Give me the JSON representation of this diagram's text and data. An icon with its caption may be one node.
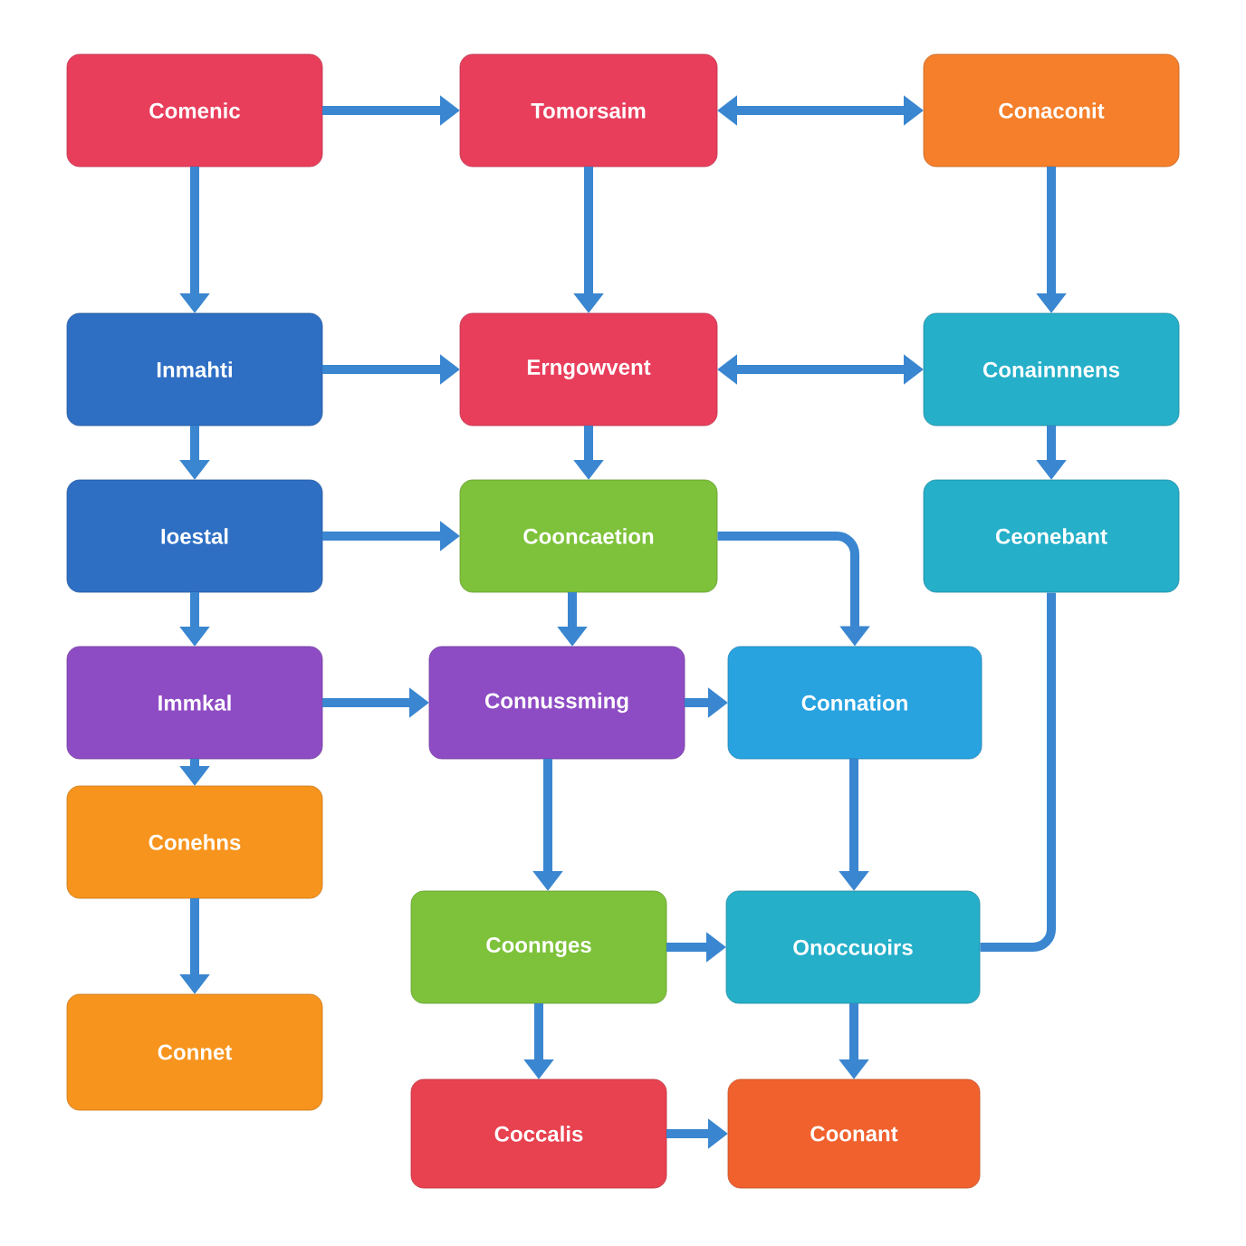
{
  "diagram": {
    "nodes": [
      {
        "text": [
          "Comenic"
        ]
      },
      {
        "text": [
          "Tomorsaim"
        ]
      },
      {
        "text": [
          "Conaconit"
        ]
      },
      {
        "text": [
          "Inmahti"
        ]
      },
      {
        "text": [
          "Erngowvent"
        ]
      },
      {
        "text": [
          "Conainnnens"
        ]
      },
      {
        "text": [
          "Ioestal"
        ]
      },
      {
        "text": [
          "Cooncaetion"
        ]
      },
      {
        "text": [
          "Ceonebant"
        ]
      },
      {
        "text": [
          "Immkal"
        ]
      },
      {
        "text": [
          "Connussming"
        ]
      },
      {
        "text": [
          "Connation"
        ]
      },
      {
        "text": [
          "Conehns"
        ]
      },
      {
        "text": [
          "Connet"
        ]
      },
      {
        "text": [
          "Coonnges"
        ]
      },
      {
        "text": [
          "Onoccuoirs"
        ]
      },
      {
        "text": [
          "Coccalis"
        ]
      },
      {
        "text": [
          "Coonant"
        ]
      }
    ],
    "edges": [
      {
        "from": 0,
        "to": 1,
        "arrow": "to"
      },
      {
        "from": 1,
        "to": 2,
        "arrow": "both"
      },
      {
        "from": 0,
        "to": 3,
        "arrow": "to"
      },
      {
        "from": 1,
        "to": 4,
        "arrow": "to"
      },
      {
        "from": 2,
        "to": 5,
        "arrow": "to"
      },
      {
        "from": 3,
        "to": 4,
        "arrow": "to"
      },
      {
        "from": 4,
        "to": 5,
        "arrow": "both"
      },
      {
        "from": 3,
        "to": 6,
        "arrow": "to"
      },
      {
        "from": 4,
        "to": 7,
        "arrow": "to"
      },
      {
        "from": 5,
        "to": 8,
        "arrow": "to"
      },
      {
        "from": 6,
        "to": 7,
        "arrow": "to"
      },
      {
        "from": 7,
        "to": 11,
        "arrow": "to"
      },
      {
        "from": 6,
        "to": 9,
        "arrow": "to"
      },
      {
        "from": 7,
        "to": 10,
        "arrow": "to"
      },
      {
        "from": 9,
        "to": 10,
        "arrow": "to"
      },
      {
        "from": 10,
        "to": 11,
        "arrow": "to"
      },
      {
        "from": 9,
        "to": 12,
        "arrow": "to"
      },
      {
        "from": 12,
        "to": 13,
        "arrow": "to"
      },
      {
        "from": 10,
        "to": 14,
        "arrow": "to"
      },
      {
        "from": 11,
        "to": 15,
        "arrow": "to"
      },
      {
        "from": 14,
        "to": 15,
        "arrow": "to"
      },
      {
        "from": 8,
        "to": 15,
        "arrow": "none"
      },
      {
        "from": 14,
        "to": 16,
        "arrow": "to"
      },
      {
        "from": 15,
        "to": 17,
        "arrow": "to"
      },
      {
        "from": 16,
        "to": 17,
        "arrow": "to"
      }
    ]
  }
}
